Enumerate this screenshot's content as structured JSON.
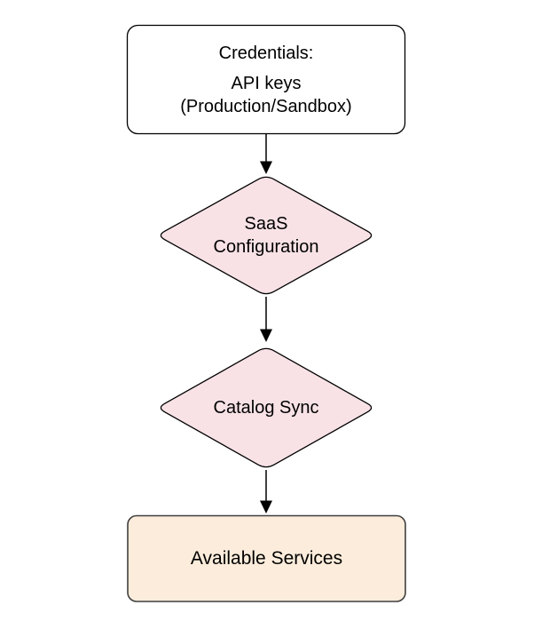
{
  "colors": {
    "background": "#ffffff",
    "node_border": "#000000",
    "terminal_border": "#3f3f3f",
    "start_fill": "#ffffff",
    "diamond_fill": "#f8e2e6",
    "terminal_fill": "#fcecdb",
    "arrow": "#000000",
    "text": "#000000"
  },
  "nodes": {
    "credentials": {
      "shape": "rounded-rectangle",
      "title": "Credentials:",
      "subtitle": "API keys\n(Production/Sandbox)"
    },
    "saas_configuration": {
      "shape": "diamond",
      "label": "SaaS\nConfiguration"
    },
    "catalog_sync": {
      "shape": "diamond",
      "label": "Catalog Sync"
    },
    "available_services": {
      "shape": "rounded-rectangle",
      "label": "Available Services"
    }
  },
  "edges": [
    {
      "from": "credentials",
      "to": "saas_configuration"
    },
    {
      "from": "saas_configuration",
      "to": "catalog_sync"
    },
    {
      "from": "catalog_sync",
      "to": "available_services"
    }
  ]
}
